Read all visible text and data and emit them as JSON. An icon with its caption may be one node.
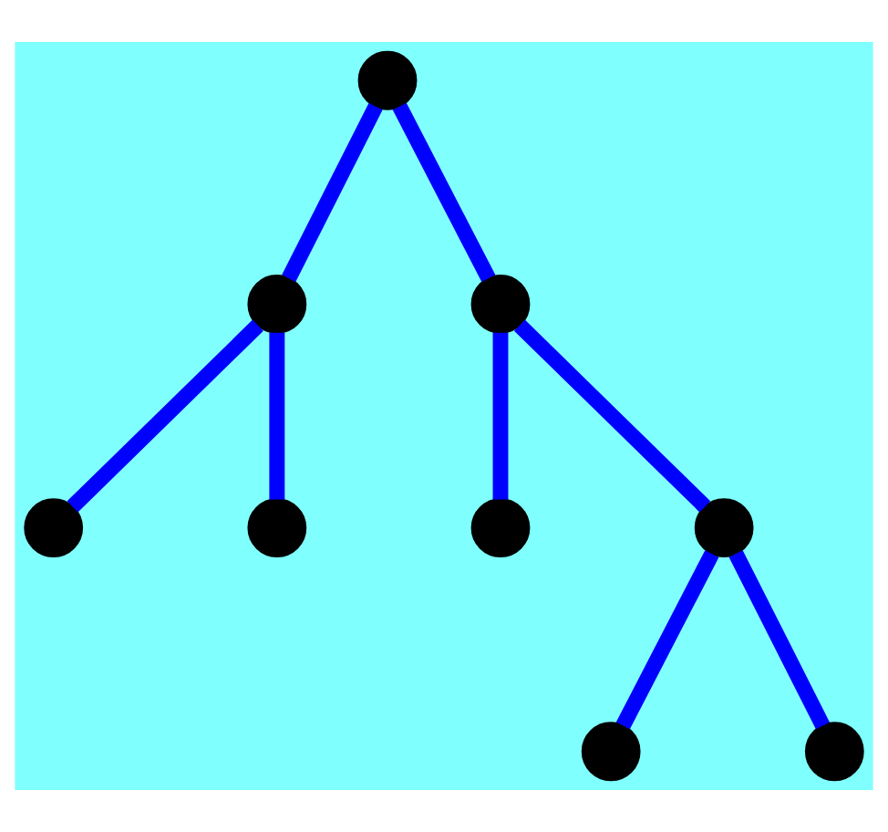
{
  "diagram": {
    "nodes": [
      {
        "text": [],
        "shape": "circle"
      },
      {
        "text": [],
        "shape": "circle"
      },
      {
        "text": [],
        "shape": "circle"
      },
      {
        "text": [],
        "shape": "circle"
      },
      {
        "text": [],
        "shape": "circle"
      },
      {
        "text": [],
        "shape": "circle"
      },
      {
        "text": [],
        "shape": "circle"
      },
      {
        "text": [],
        "shape": "circle"
      },
      {
        "text": [],
        "shape": "circle"
      }
    ],
    "edges": [
      {
        "from": 0,
        "to": 1,
        "arrow": "none"
      },
      {
        "from": 0,
        "to": 2,
        "arrow": "none"
      },
      {
        "from": 1,
        "to": 3,
        "arrow": "none"
      },
      {
        "from": 1,
        "to": 4,
        "arrow": "none"
      },
      {
        "from": 2,
        "to": 5,
        "arrow": "none"
      },
      {
        "from": 2,
        "to": 6,
        "arrow": "none"
      },
      {
        "from": 6,
        "to": 7,
        "arrow": "none"
      },
      {
        "from": 6,
        "to": 8,
        "arrow": "none"
      }
    ]
  }
}
